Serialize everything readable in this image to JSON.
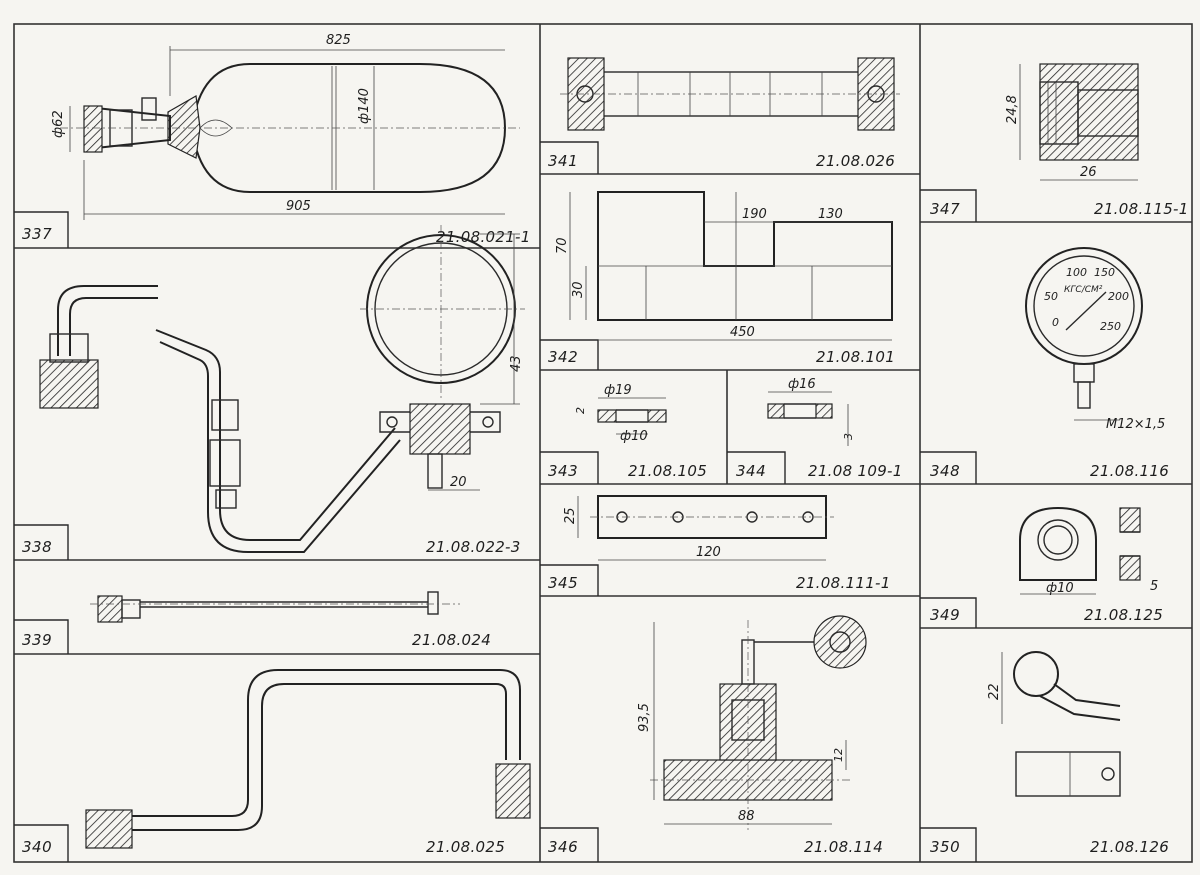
{
  "parts": [
    {
      "id": "337",
      "label": "337",
      "code": "21.08.021-1",
      "dims": [
        "825",
        "ф62",
        "ф140",
        "905"
      ]
    },
    {
      "id": "338",
      "label": "338",
      "code": "21.08.022-3",
      "dims": [
        "43",
        "20"
      ]
    },
    {
      "id": "339",
      "label": "339",
      "code": "21.08.024",
      "dims": []
    },
    {
      "id": "340",
      "label": "340",
      "code": "21.08.025",
      "dims": []
    },
    {
      "id": "341",
      "label": "341",
      "code": "21.08.026",
      "dims": []
    },
    {
      "id": "342",
      "label": "342",
      "code": "21.08.101",
      "dims": [
        "190",
        "130",
        "70",
        "30",
        "450"
      ]
    },
    {
      "id": "343",
      "label": "343",
      "code": "21.08.105",
      "dims": [
        "ф19",
        "2",
        "ф10"
      ]
    },
    {
      "id": "344",
      "label": "344",
      "code": "21.08 109-1",
      "dims": [
        "ф16",
        "3"
      ]
    },
    {
      "id": "345",
      "label": "345",
      "code": "21.08.111-1",
      "dims": [
        "25",
        "120"
      ]
    },
    {
      "id": "346",
      "label": "346",
      "code": "21.08.114",
      "dims": [
        "93,5",
        "12",
        "88"
      ]
    },
    {
      "id": "347",
      "label": "347",
      "code": "21.08.115-1",
      "dims": [
        "24,8",
        "26"
      ]
    },
    {
      "id": "348",
      "label": "348",
      "code": "21.08.116",
      "dims": [
        "M12×1,5"
      ],
      "gauge": {
        "ticks": [
          "0",
          "50",
          "100",
          "150",
          "200",
          "250"
        ],
        "unit": "КГС/СМ²"
      }
    },
    {
      "id": "349",
      "label": "349",
      "code": "21.08.125",
      "dims": [
        "ф10",
        "5"
      ]
    },
    {
      "id": "350",
      "label": "350",
      "code": "21.08.126",
      "dims": [
        "22"
      ]
    }
  ],
  "colors": {
    "paper": "#f6f5f1",
    "ink": "#222222"
  }
}
